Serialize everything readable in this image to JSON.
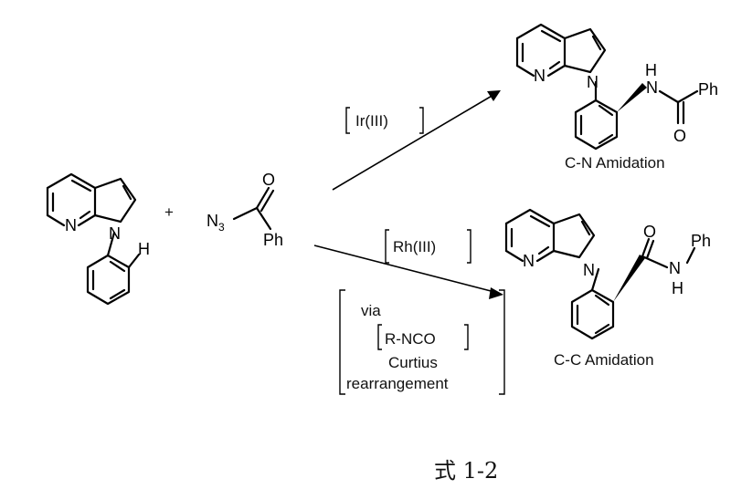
{
  "atoms": {
    "N": "N",
    "H": "H",
    "N3": "N",
    "N3_sub": "3",
    "O": "O",
    "Ph": "Ph"
  },
  "conditions": {
    "ir_catalyst": "Ir(III)",
    "rh_catalyst": "Rh(III)",
    "via": "via",
    "intermediate": "R-NCO",
    "curtius_1": "Curtius",
    "curtius_2": "rearrangement"
  },
  "products": {
    "cn_label": "C-N Amidation",
    "cc_label": "C-C Amidation"
  },
  "caption": "式 1-2"
}
